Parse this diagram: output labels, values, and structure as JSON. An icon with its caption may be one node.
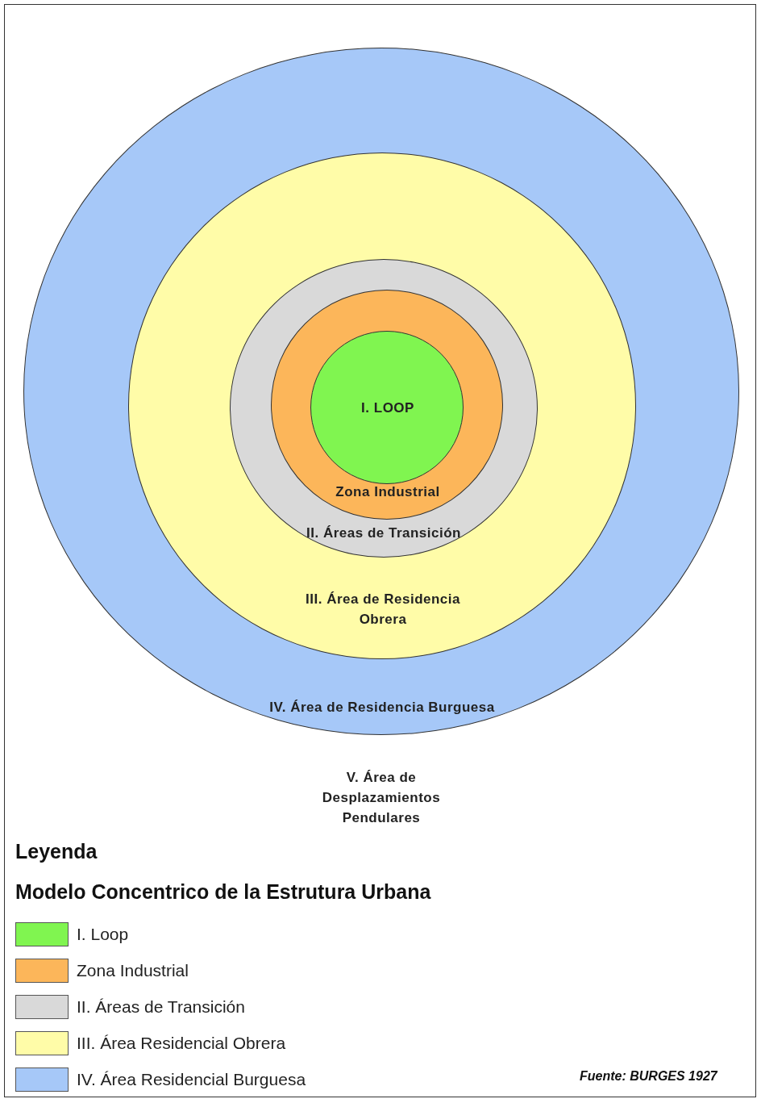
{
  "diagram": {
    "nodes": [
      {
        "text": [
          "V. Área de Desplazamientos Pendulares"
        ]
      },
      {
        "text": [
          "IV. Área de Residencia Burguesa"
        ],
        "in": 0
      },
      {
        "text": [
          "III. Área de Residencia Obrera"
        ],
        "in": 1
      },
      {
        "text": [
          "II. Áreas de Transición"
        ],
        "in": 2
      },
      {
        "text": [
          "Zona Industrial"
        ],
        "in": 3
      },
      {
        "text": [
          "I. LOOP"
        ],
        "in": 4
      }
    ],
    "edges": [],
    "labels": [
      "Leyenda",
      "Modelo Concentrico de la Estrutura Urbana",
      "Fuente: BURGES 1927"
    ],
    "legend": [
      {
        "text": "I. Loop",
        "color": "#80f550"
      },
      {
        "text": "Zona Industrial",
        "color": "#fcb65a"
      },
      {
        "text": "II. Áreas de Transición",
        "color": "#d9d9d9"
      },
      {
        "text": "III. Área Residencial Obrera",
        "color": "#fffca8"
      },
      {
        "text": "IV. Área Residencial Burguesa",
        "color": "#a6c8f8"
      }
    ]
  }
}
